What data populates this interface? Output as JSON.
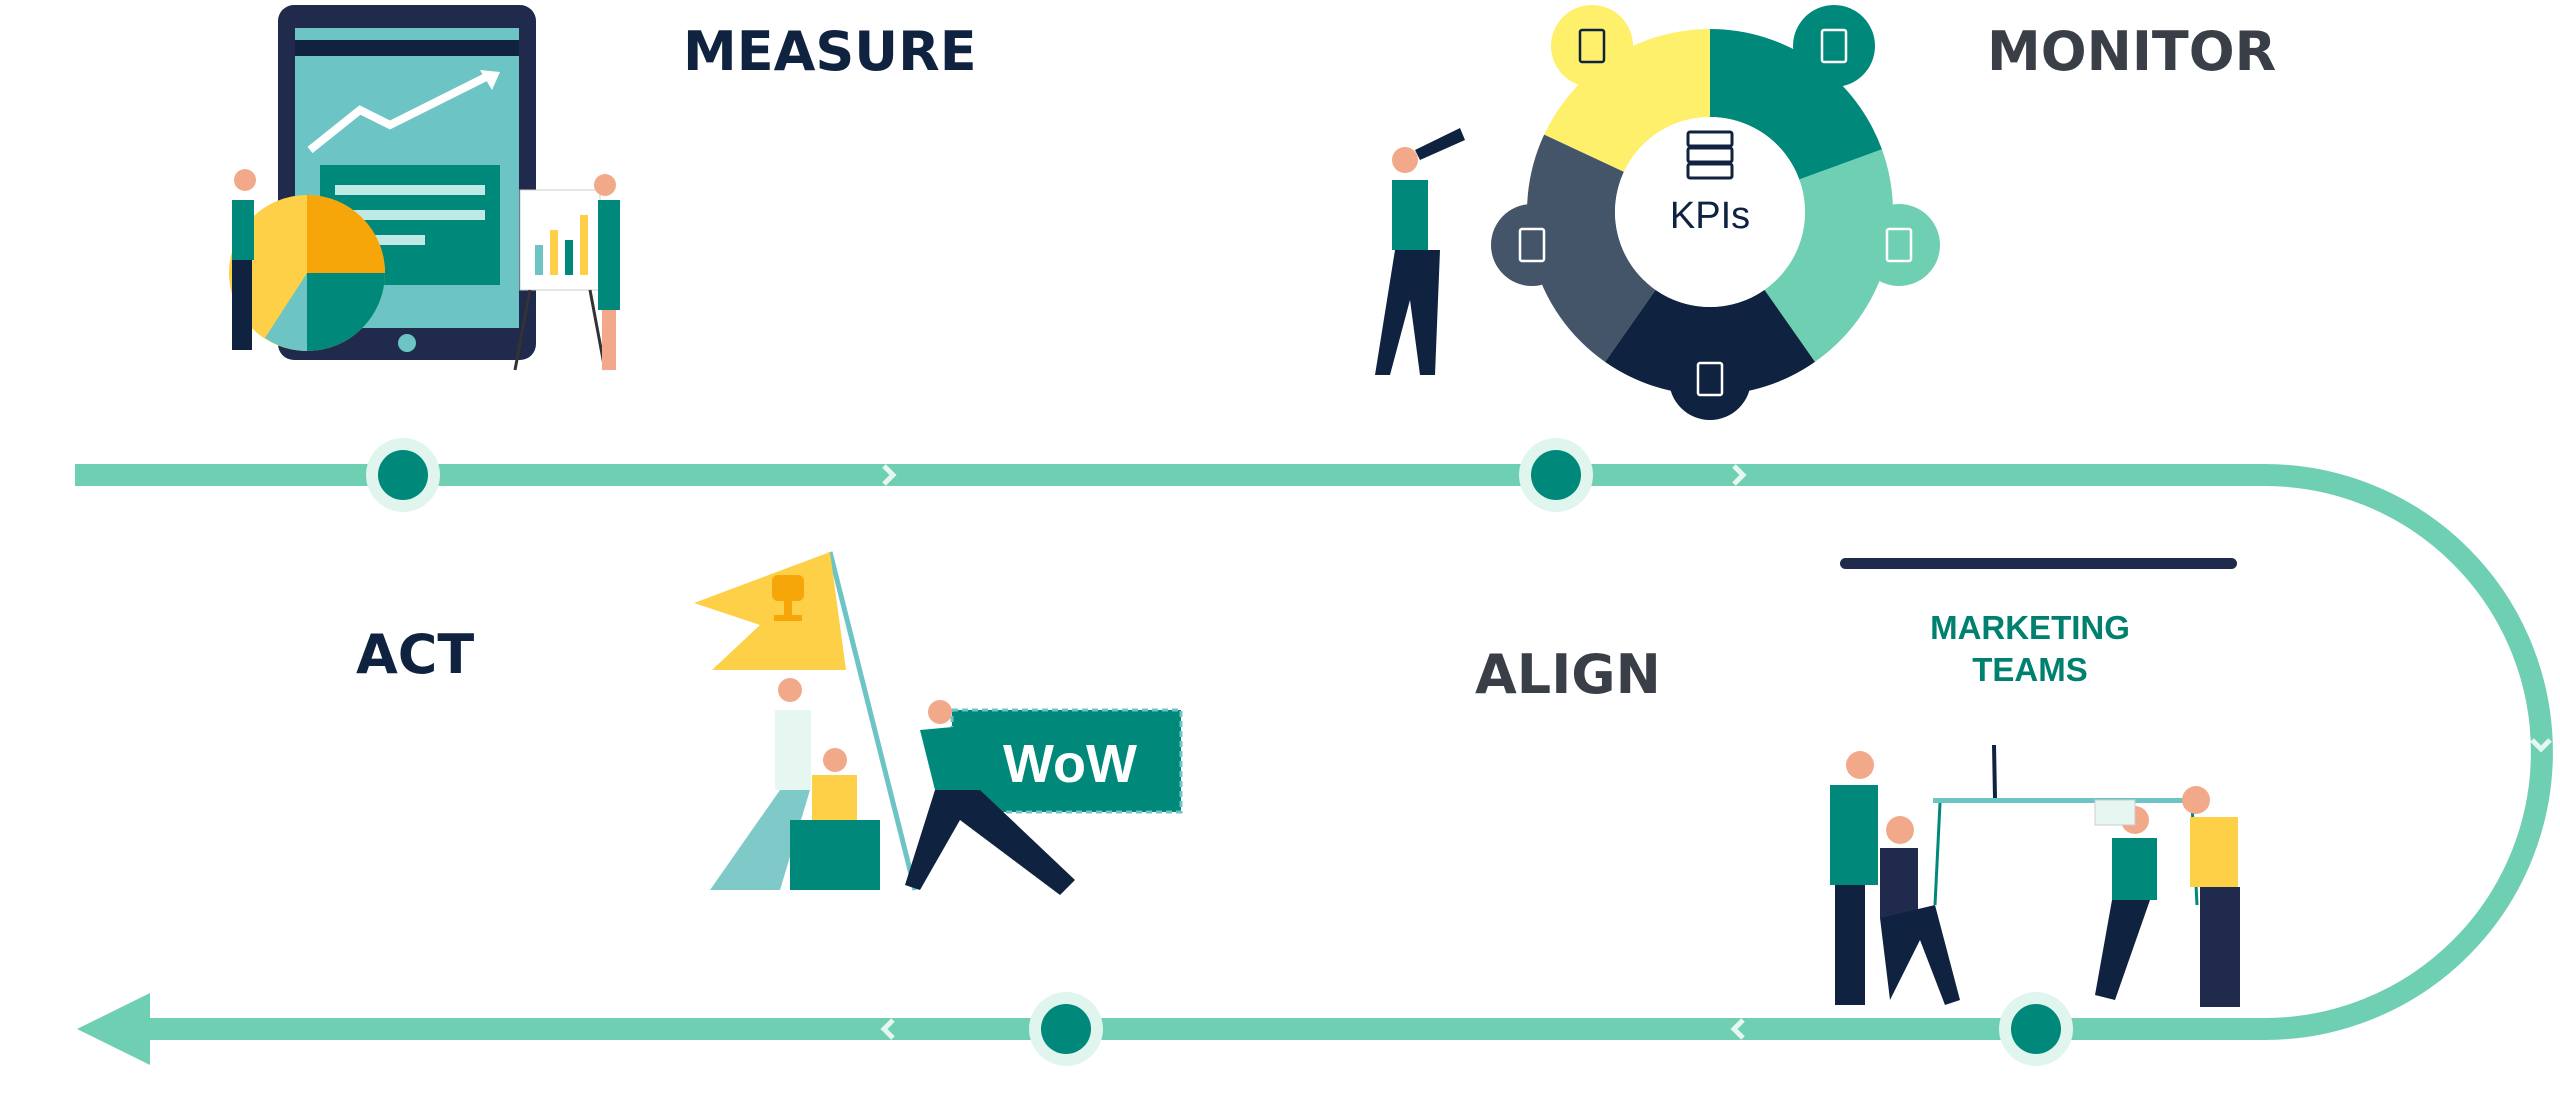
{
  "stages": {
    "measure": "MEASURE",
    "monitor": "MONITOR",
    "act": "ACT",
    "align": "ALIGN"
  },
  "kpi_wheel": {
    "center_label": "KPIs",
    "segments": [
      {
        "name": "award",
        "color": "#fef06a",
        "icon": "award-badge-icon"
      },
      {
        "name": "checklist",
        "color": "#00897b",
        "icon": "checklist-icon"
      },
      {
        "name": "dashboard",
        "color": "#6fcfb3",
        "icon": "monitor-chart-icon"
      },
      {
        "name": "report",
        "color": "#0f2340",
        "icon": "document-checklist-icon"
      },
      {
        "name": "document-hand",
        "color": "#445469",
        "icon": "document-hand-icon"
      }
    ]
  },
  "marketing": {
    "line1": "MARKETING",
    "line2": "TEAMS"
  },
  "flag_banner": "WoW",
  "colors": {
    "track": "#6fcfb3",
    "node": "#00897b",
    "node_halo": "#dff5ee",
    "navy": "#0f2340",
    "teal": "#00806f",
    "yellow": "#fdd047"
  }
}
